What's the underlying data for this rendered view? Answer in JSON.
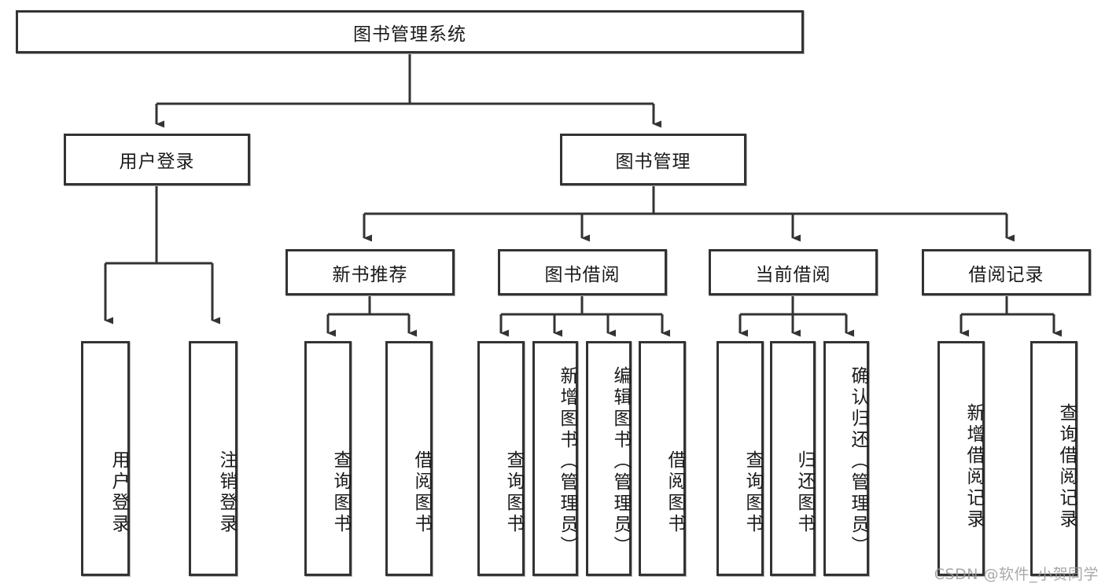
{
  "diagram": {
    "type": "tree-hierarchy",
    "title": "图书管理系统",
    "root": {
      "id": "root",
      "label": "图书管理系统",
      "orientation": "horizontal"
    },
    "level2": [
      {
        "id": "user-login",
        "label": "用户登录",
        "orientation": "horizontal"
      },
      {
        "id": "book-manage",
        "label": "图书管理",
        "orientation": "horizontal"
      }
    ],
    "level3": [
      {
        "id": "new-book-recommend",
        "label": "新书推荐",
        "orientation": "horizontal",
        "parent": "book-manage"
      },
      {
        "id": "book-borrow",
        "label": "图书借阅",
        "orientation": "horizontal",
        "parent": "book-manage"
      },
      {
        "id": "current-borrow",
        "label": "当前借阅",
        "orientation": "horizontal",
        "parent": "book-manage"
      },
      {
        "id": "borrow-record",
        "label": "借阅记录",
        "orientation": "horizontal",
        "parent": "book-manage"
      }
    ],
    "leaves": [
      {
        "id": "leaf-user-login",
        "label": "用户登录",
        "parent": "user-login"
      },
      {
        "id": "leaf-logout-login",
        "label": "注销登录",
        "parent": "user-login"
      },
      {
        "id": "leaf-query-book-1",
        "label": "查询图书",
        "parent": "new-book-recommend"
      },
      {
        "id": "leaf-borrow-book-1",
        "label": "借阅图书",
        "parent": "new-book-recommend"
      },
      {
        "id": "leaf-query-book-2",
        "label": "查询图书",
        "parent": "book-borrow"
      },
      {
        "id": "leaf-add-book",
        "label": "新增图书（管理员）",
        "parent": "book-borrow"
      },
      {
        "id": "leaf-edit-book",
        "label": "编辑图书（管理员）",
        "parent": "book-borrow"
      },
      {
        "id": "leaf-borrow-book-2",
        "label": "借阅图书",
        "parent": "book-borrow"
      },
      {
        "id": "leaf-query-book-3",
        "label": "查询图书",
        "parent": "current-borrow"
      },
      {
        "id": "leaf-return-book",
        "label": "归还图书",
        "parent": "current-borrow"
      },
      {
        "id": "leaf-confirm-return",
        "label": "确认归还（管理员）",
        "parent": "current-borrow"
      },
      {
        "id": "leaf-add-record",
        "label": "新增借阅记录",
        "parent": "borrow-record"
      },
      {
        "id": "leaf-query-record",
        "label": "查询借阅记录",
        "parent": "borrow-record"
      }
    ],
    "colors": {
      "border": "#333333",
      "background": "#ffffff",
      "text": "#1a1a1a",
      "connector": "#333333",
      "watermark": "#9a9a9a"
    }
  },
  "watermark": {
    "text": "CSDN @软件_小贺同学"
  }
}
